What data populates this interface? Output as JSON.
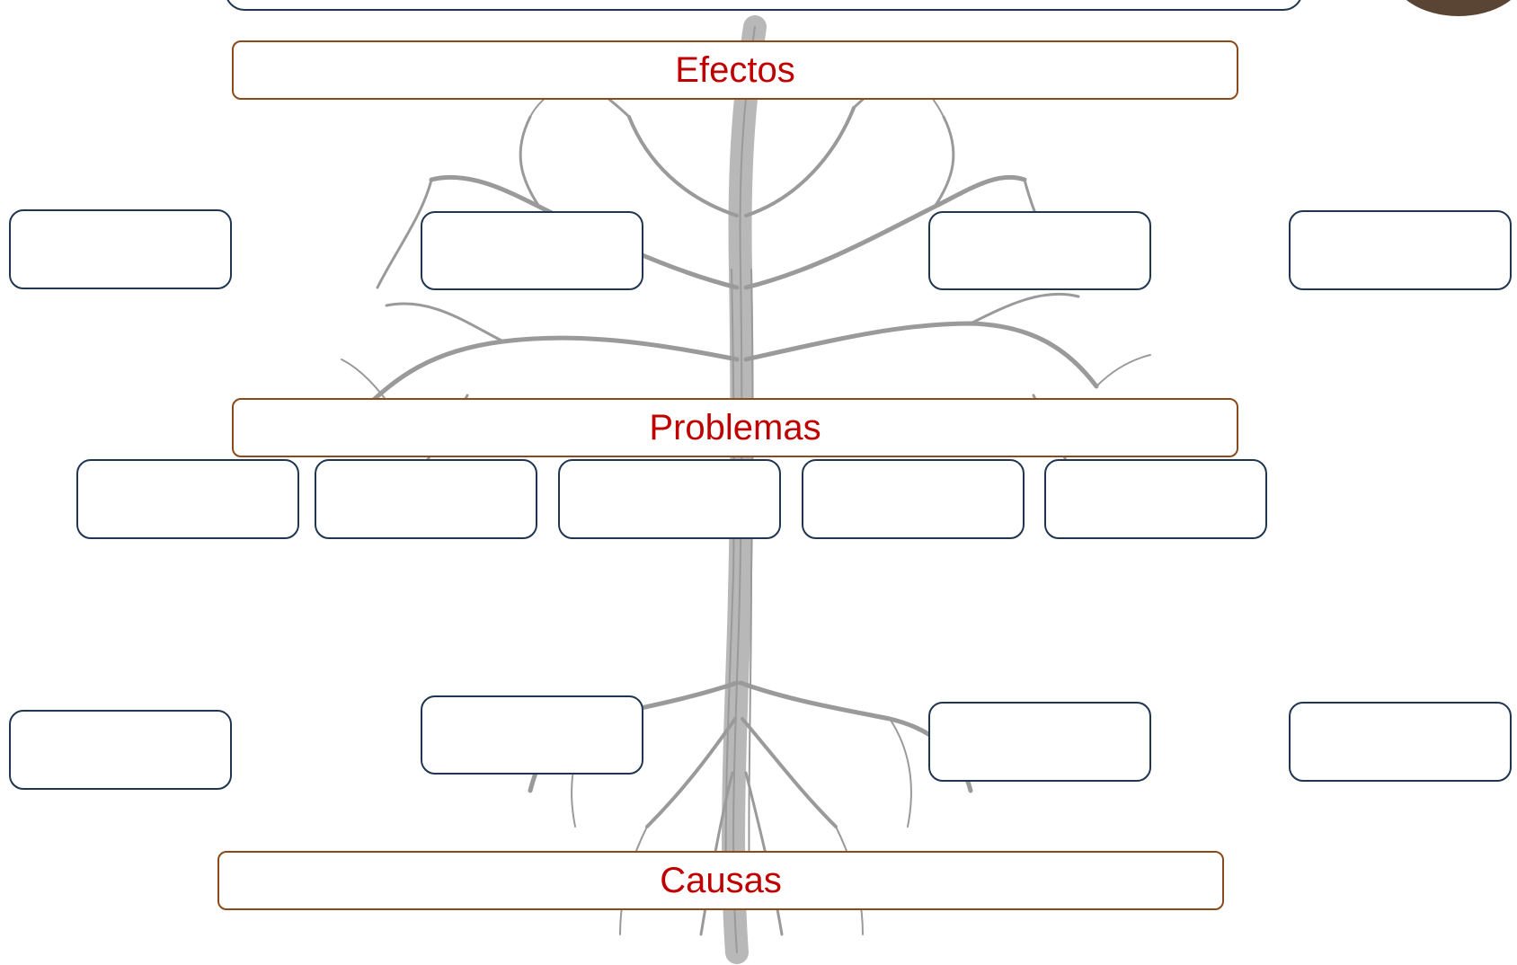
{
  "labels": {
    "effects": "Efectos",
    "problems": "Problemas",
    "causes": "Causas"
  },
  "colors": {
    "label_text": "#c00000",
    "band_border": "#8a4a1c",
    "box_border": "#1f3550"
  },
  "illustration": "wire-tree"
}
